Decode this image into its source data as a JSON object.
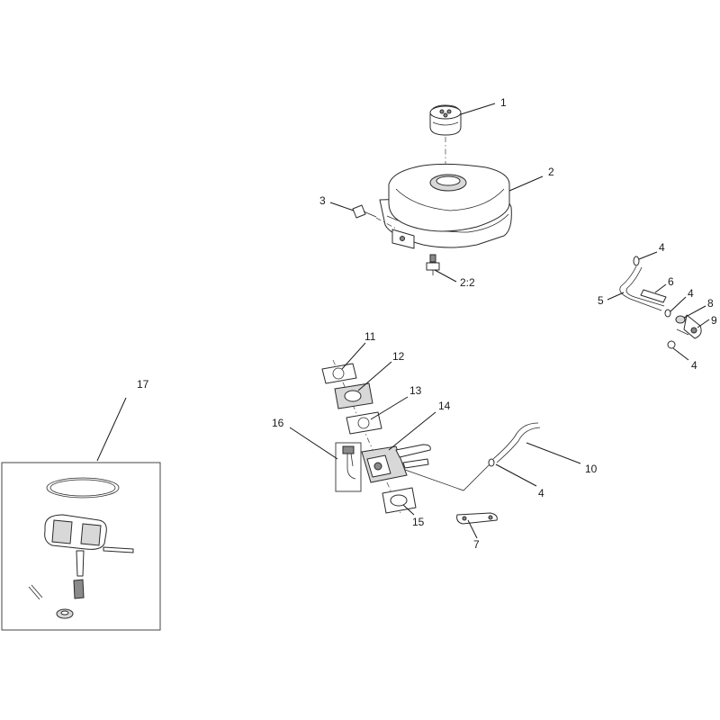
{
  "callouts": {
    "c1": "1",
    "c2": "2",
    "c3": "3",
    "c2_2": "2:2",
    "c4a": "4",
    "c6": "6",
    "c4b": "4",
    "c5": "5",
    "c8": "8",
    "c9": "9",
    "c4c": "4",
    "c11": "11",
    "c12": "12",
    "c13": "13",
    "c14": "14",
    "c16": "16",
    "c10": "10",
    "c4d": "4",
    "c15": "15",
    "c7": "7",
    "c17": "17"
  }
}
